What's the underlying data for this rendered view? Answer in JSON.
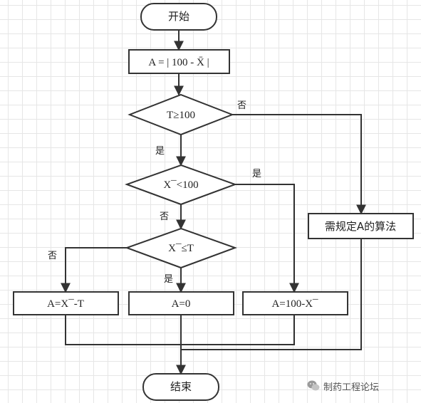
{
  "nodes": {
    "start": "开始",
    "assign": "A = | 100 - X̄ |",
    "cond1": "T≥100",
    "cond2": "X¯<100",
    "cond3": "X¯≤T",
    "algo": "需规定A的算法",
    "out_left": "A=X¯-T",
    "out_mid": "A=0",
    "out_right": "A=100-X¯",
    "end": "结束"
  },
  "labels": {
    "cond1_no": "否",
    "cond1_yes": "是",
    "cond2_yes": "是",
    "cond2_no": "否",
    "cond3_no": "否",
    "cond3_yes": "是"
  },
  "watermark": {
    "text": "制药工程论坛",
    "icon": "wechat-icon"
  },
  "colors": {
    "line": "#333333",
    "grid": "#e6e6e6"
  }
}
